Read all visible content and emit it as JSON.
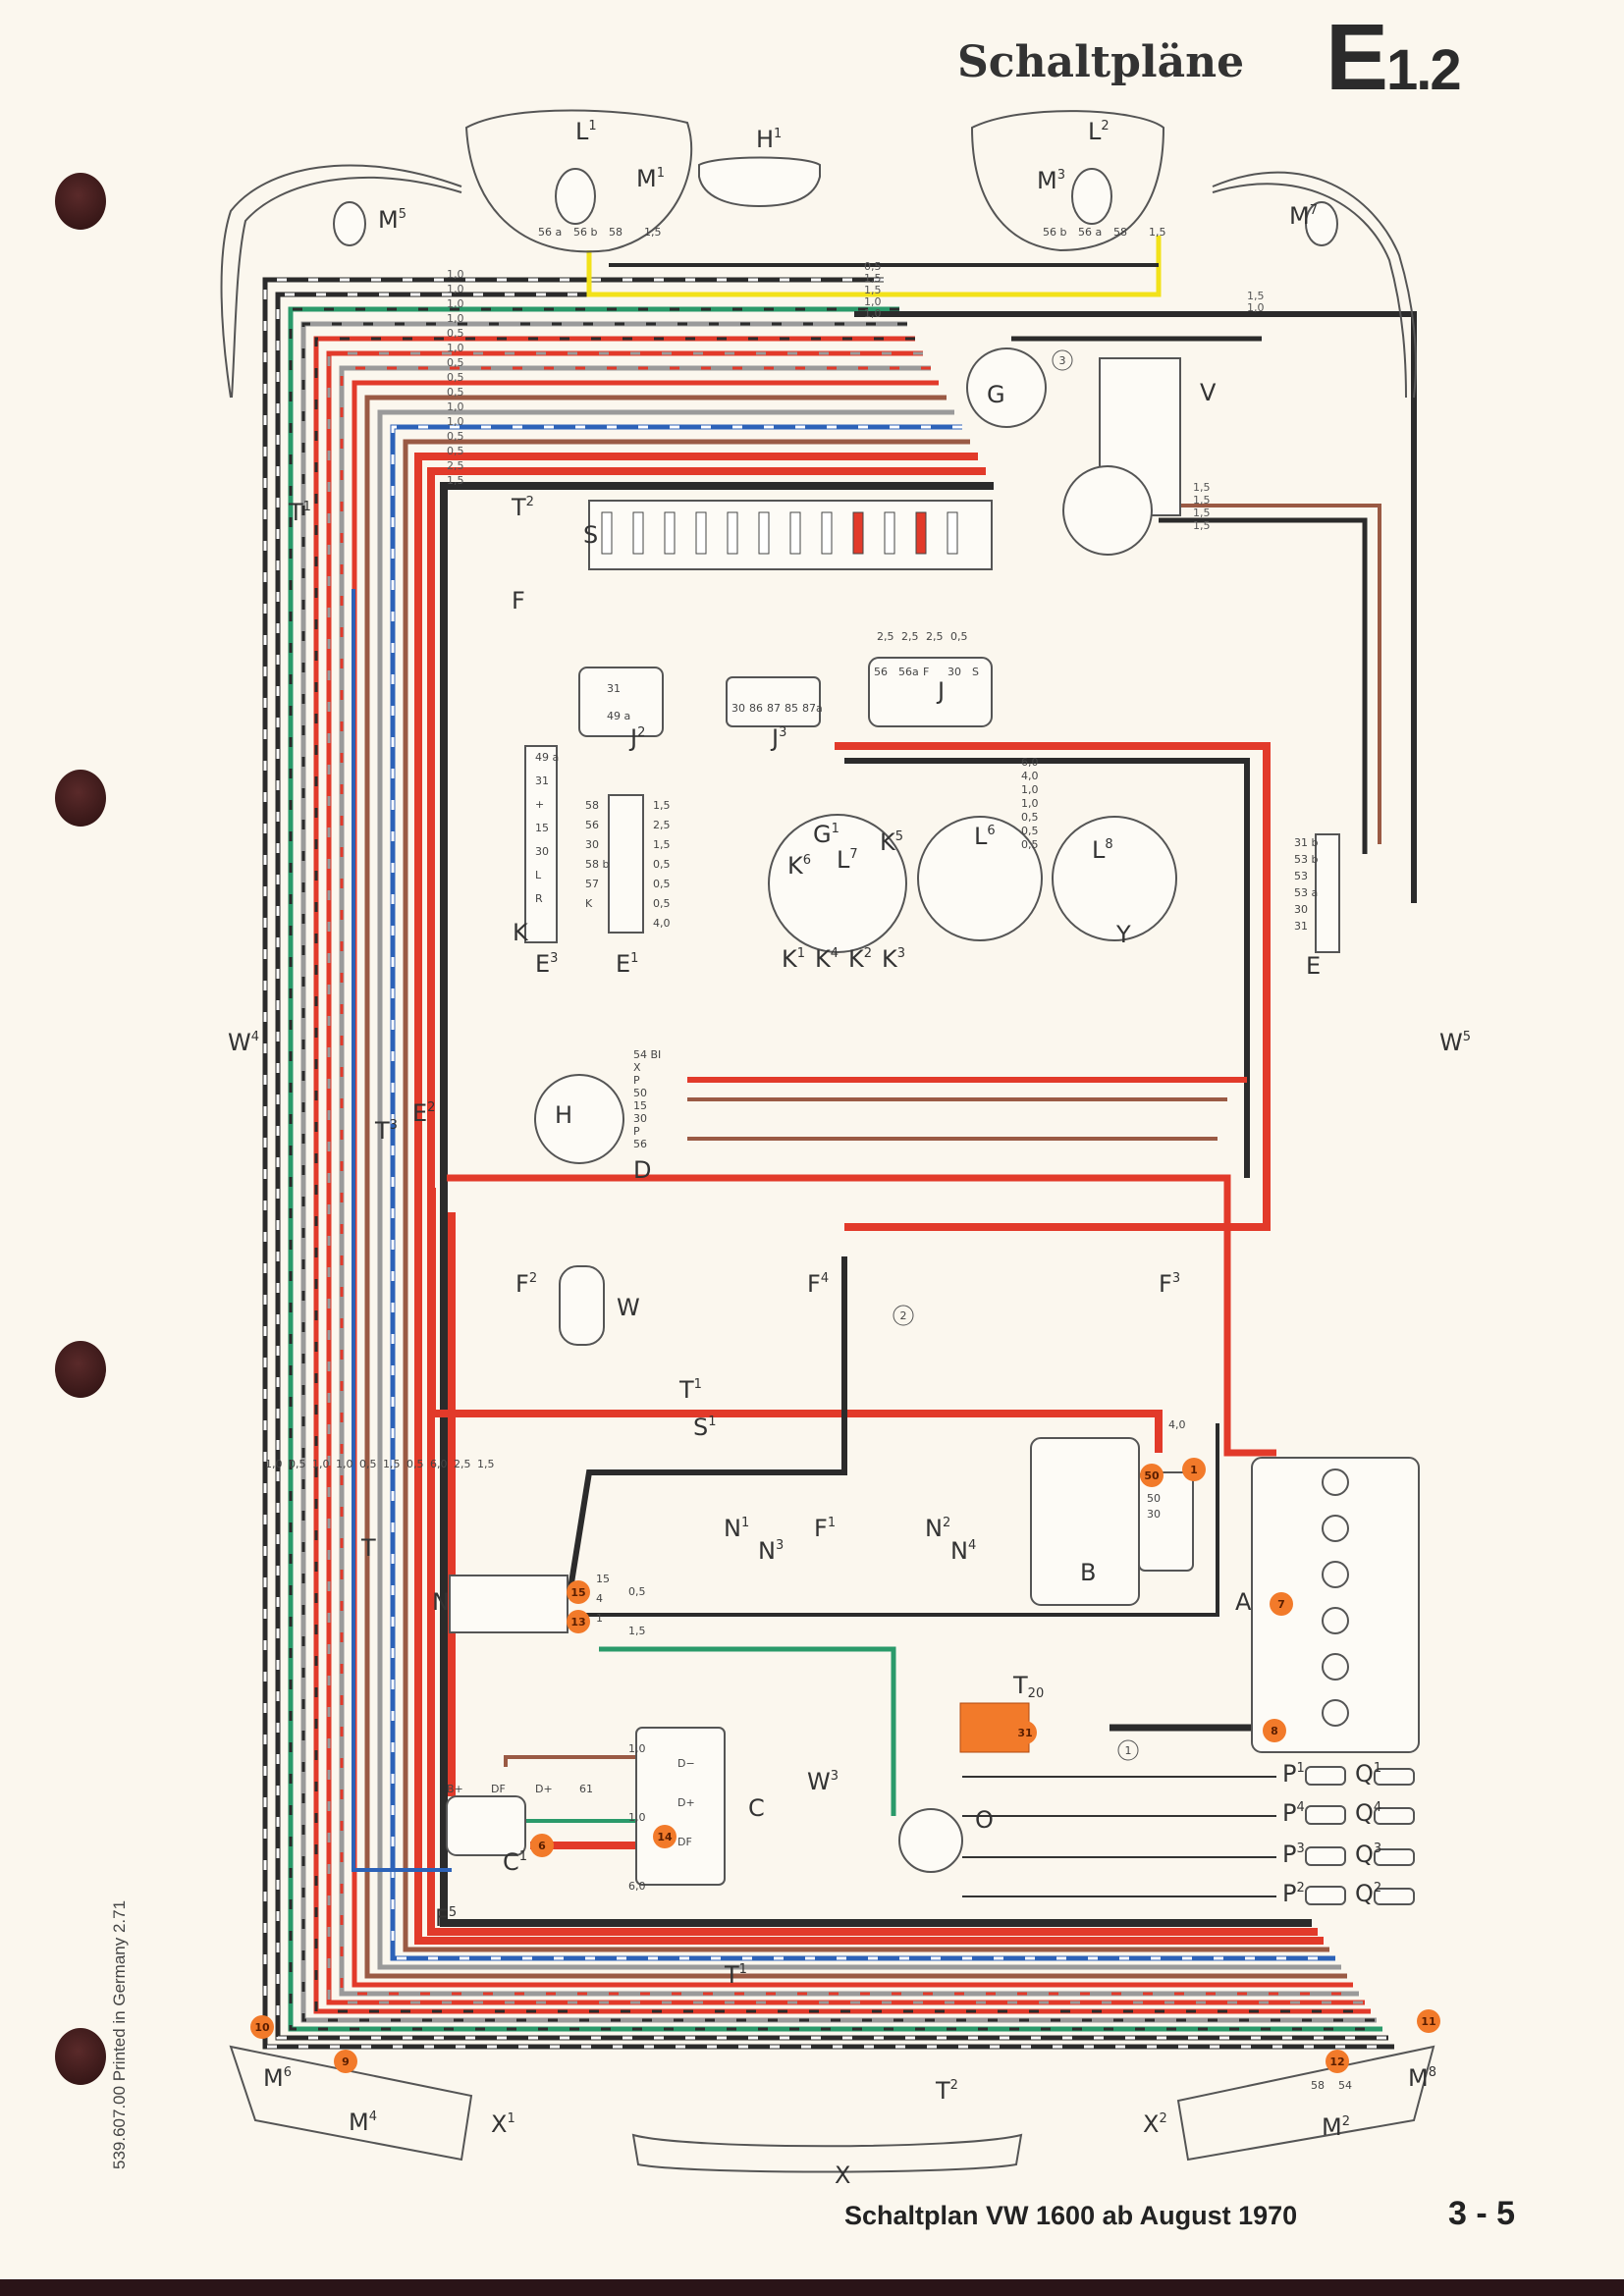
{
  "header": {
    "title": "Schaltpläne",
    "code_letter": "E",
    "code_number": "1.2"
  },
  "footer": {
    "title": "Schaltplan VW 1600 ab August 1970",
    "page": "3 - 5"
  },
  "side_print": "539.607.00 Printed in Germany 2.71",
  "colors": {
    "paper": "#fbf7ee",
    "red": "#e23a2a",
    "black": "#2b2b2b",
    "brown": "#9a5a44",
    "grey": "#9a9a9a",
    "blue": "#2c62b8",
    "green": "#2a9a6a",
    "yellow": "#f2e21a",
    "white": "#ffffff",
    "marker": "#f27a2a"
  },
  "components": [
    {
      "letter": "L",
      "sup": "1"
    },
    {
      "letter": "M",
      "sup": "1"
    },
    {
      "letter": "H",
      "sup": "1"
    },
    {
      "letter": "L",
      "sup": "2"
    },
    {
      "letter": "M",
      "sup": "3"
    },
    {
      "letter": "M",
      "sup": "5"
    },
    {
      "letter": "M",
      "sup": "7"
    },
    {
      "letter": "G",
      "sup": ""
    },
    {
      "letter": "V",
      "sup": ""
    },
    {
      "letter": "T",
      "sup": "2"
    },
    {
      "letter": "S",
      "sup": ""
    },
    {
      "letter": "F",
      "sup": ""
    },
    {
      "letter": "T",
      "sup": "1"
    },
    {
      "letter": "J",
      "sup": ""
    },
    {
      "letter": "J",
      "sup": "3"
    },
    {
      "letter": "J",
      "sup": "2"
    },
    {
      "letter": "K",
      "sup": ""
    },
    {
      "letter": "E",
      "sup": "3"
    },
    {
      "letter": "E",
      "sup": "1"
    },
    {
      "letter": "G",
      "sup": "1"
    },
    {
      "letter": "L",
      "sup": "7"
    },
    {
      "letter": "K",
      "sup": "5"
    },
    {
      "letter": "K",
      "sup": "6"
    },
    {
      "letter": "K",
      "sup": "1"
    },
    {
      "letter": "K",
      "sup": "4"
    },
    {
      "letter": "K",
      "sup": "2"
    },
    {
      "letter": "K",
      "sup": "3"
    },
    {
      "letter": "L",
      "sup": "6"
    },
    {
      "letter": "L",
      "sup": "8"
    },
    {
      "letter": "Y",
      "sup": ""
    },
    {
      "letter": "E",
      "sup": ""
    },
    {
      "letter": "W",
      "sup": "4"
    },
    {
      "letter": "W",
      "sup": "5"
    },
    {
      "letter": "E",
      "sup": "2"
    },
    {
      "letter": "T",
      "sup": "3"
    },
    {
      "letter": "H",
      "sup": ""
    },
    {
      "letter": "D",
      "sup": ""
    },
    {
      "letter": "F",
      "sup": "2"
    },
    {
      "letter": "W",
      "sup": ""
    },
    {
      "letter": "F",
      "sup": "4"
    },
    {
      "letter": "F",
      "sup": "3"
    },
    {
      "letter": "T",
      "sup": "1"
    },
    {
      "letter": "S",
      "sup": "1"
    },
    {
      "letter": "N",
      "sup": "1"
    },
    {
      "letter": "N",
      "sup": "3"
    },
    {
      "letter": "F",
      "sup": "1"
    },
    {
      "letter": "N",
      "sup": "2"
    },
    {
      "letter": "N",
      "sup": "4"
    },
    {
      "letter": "B",
      "sup": ""
    },
    {
      "letter": "A",
      "sup": ""
    },
    {
      "letter": "N",
      "sup": ""
    },
    {
      "letter": "T",
      "sup": "20"
    },
    {
      "letter": "C",
      "sup": ""
    },
    {
      "letter": "C",
      "sup": "1"
    },
    {
      "letter": "W",
      "sup": "3"
    },
    {
      "letter": "O",
      "sup": ""
    },
    {
      "letter": "P",
      "sup": "1"
    },
    {
      "letter": "Q",
      "sup": "1"
    },
    {
      "letter": "P",
      "sup": "4"
    },
    {
      "letter": "Q",
      "sup": "4"
    },
    {
      "letter": "P",
      "sup": "3"
    },
    {
      "letter": "Q",
      "sup": "3"
    },
    {
      "letter": "P",
      "sup": "2"
    },
    {
      "letter": "Q",
      "sup": "2"
    },
    {
      "letter": "F",
      "sup": "5"
    },
    {
      "letter": "T",
      "sup": "1"
    },
    {
      "letter": "T",
      "sup": "2"
    },
    {
      "letter": "M",
      "sup": "6"
    },
    {
      "letter": "M",
      "sup": "4"
    },
    {
      "letter": "X",
      "sup": "1"
    },
    {
      "letter": "X",
      "sup": ""
    },
    {
      "letter": "X",
      "sup": "2"
    },
    {
      "letter": "M",
      "sup": "2"
    },
    {
      "letter": "M",
      "sup": "8"
    },
    {
      "letter": "T",
      "sup": ""
    }
  ],
  "markers": [
    "10",
    "9",
    "11",
    "12",
    "7",
    "8",
    "31",
    "14",
    "6",
    "15",
    "13",
    "50",
    "1"
  ],
  "circled_notes": [
    "3",
    "2",
    "1"
  ],
  "wire_gauges_left_bundle": [
    "1,0",
    "1,0",
    "1,0",
    "1,0",
    "0,5",
    "1,0",
    "0,5",
    "0,5",
    "0,5",
    "1,0",
    "1,0",
    "0,5",
    "0,5",
    "2,5",
    "1,5"
  ],
  "wire_gauges_right_top": [
    "0,5",
    "1,5",
    "1,5",
    "1,0",
    "1,0",
    "1,5",
    "1,0"
  ],
  "wiper_gauges": [
    "1,5",
    "1,5",
    "1,5",
    "1,5"
  ],
  "terminals": {
    "headlight_left": [
      "56 a",
      "56 b",
      "58",
      "1,5"
    ],
    "headlight_right": [
      "56 b",
      "56 a",
      "58",
      "1,5"
    ],
    "relay_j3": [
      "30",
      "86",
      "87",
      "85",
      "87a"
    ],
    "relay_j": [
      "56",
      "56a",
      "F",
      "30",
      "S"
    ],
    "relay_j_gauges": [
      "2,5",
      "2,5",
      "2,5",
      "0,5"
    ],
    "switch_j2": [
      "31",
      "49 a"
    ],
    "switch_e1": [
      "58",
      "56",
      "30",
      "58 b",
      "57",
      "K"
    ],
    "switch_e1_gauges": [
      "1,5",
      "2,5",
      "1,5",
      "0,5",
      "0,5",
      "0,5",
      "4,0"
    ],
    "switch_e3": [
      "49 a",
      "31",
      "+",
      "15",
      "30",
      "L",
      "R"
    ],
    "wiper_switch_e": [
      "31 b",
      "53 b",
      "53",
      "53 a",
      "30",
      "31"
    ],
    "ignition_d": [
      "54 BI",
      "X",
      "P",
      "50",
      "15",
      "30",
      "P",
      "56"
    ],
    "coil_n": [
      "15",
      "4",
      "1"
    ],
    "regulator_c1": [
      "B+",
      "DF",
      "D+",
      "61"
    ],
    "generator_c": [
      "D−",
      "D+",
      "DF"
    ],
    "starter_b": [
      "50",
      "30"
    ],
    "taillight": [
      "58",
      "54"
    ],
    "main_gauges": [
      "6,0",
      "4,0",
      "1,0",
      "1,0",
      "0,5",
      "0,5",
      "0,5"
    ],
    "lower_bundle": [
      "1,0",
      "0,5",
      "1,0",
      "1,0",
      "0,5",
      "1,5",
      "0,5",
      "6,0",
      "2,5",
      "1,5"
    ],
    "coil_gauges": [
      "0,5",
      "1,5"
    ],
    "generator_gauges": [
      "1,0",
      "1,0",
      "6,0"
    ],
    "battery_gauge": "4,0"
  }
}
